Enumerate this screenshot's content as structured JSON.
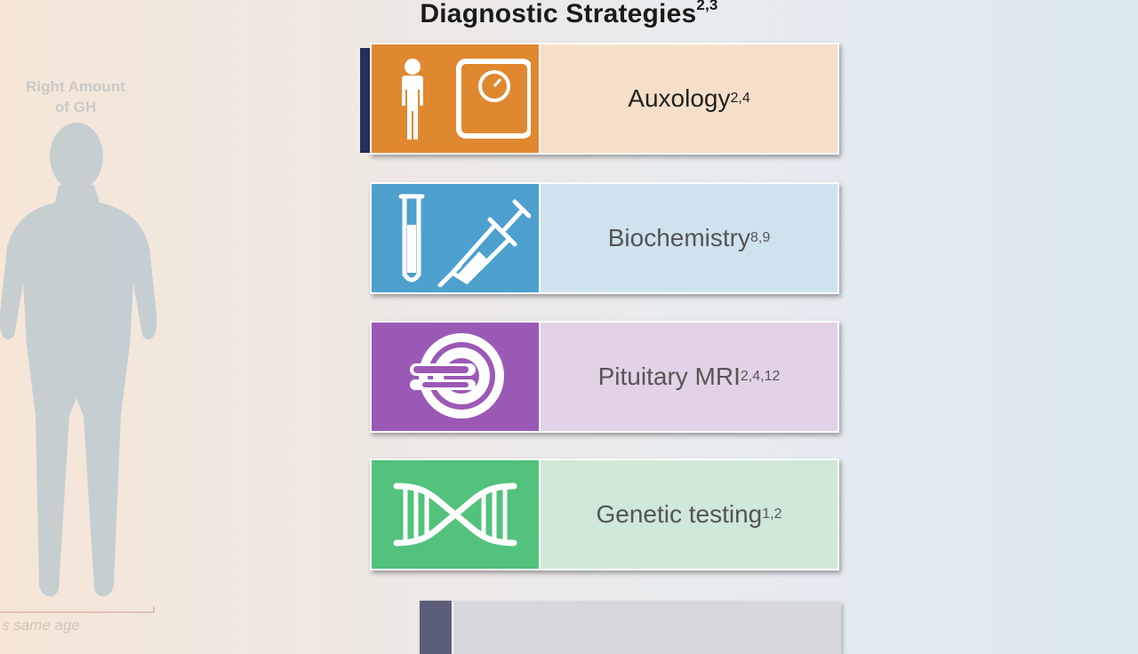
{
  "title": {
    "text": "Diagnostic Strategies",
    "ref": "2,3"
  },
  "background_panel": {
    "heading_line1": "Right Amount",
    "heading_line2": "of GH",
    "caption": "s same age"
  },
  "cards": [
    {
      "label": "Auxology",
      "ref": "2,4",
      "icon": "person-and-scale-icon",
      "accent": "#e0882f"
    },
    {
      "label": "Biochemistry",
      "ref": "8,9",
      "icon": "test-tube-and-syringe-icon",
      "accent": "#4ea0cf"
    },
    {
      "label": "Pituitary MRI",
      "ref": "2,4,12",
      "icon": "mri-scanner-icon",
      "accent": "#9b59b6"
    },
    {
      "label": "Genetic testing",
      "ref": "1,2",
      "icon": "dna-icon",
      "accent": "#52c27c"
    }
  ]
}
